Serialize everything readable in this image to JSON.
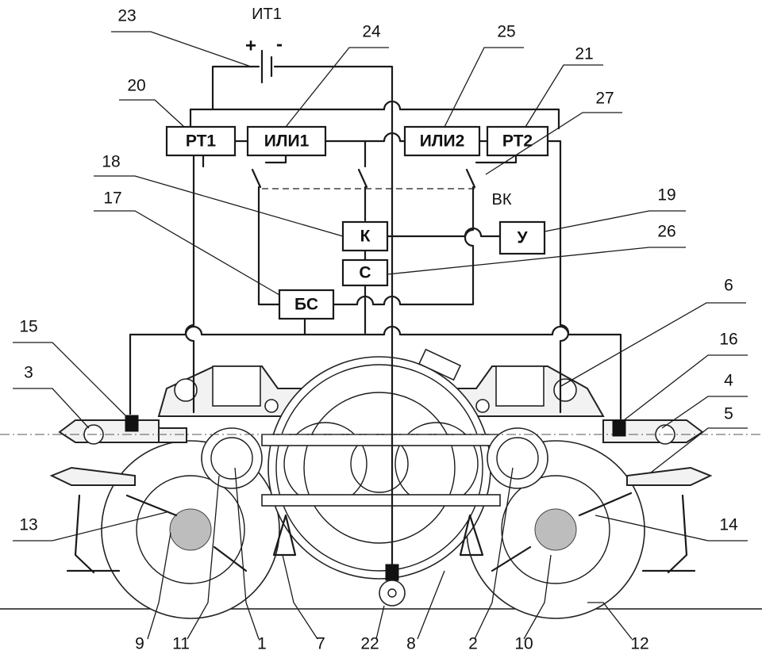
{
  "power_source": {
    "label": "ИТ1",
    "plus": "+",
    "minus": "-"
  },
  "blocks": {
    "rt1": "РТ1",
    "ili1": "ИЛИ1",
    "ili2": "ИЛИ2",
    "rt2": "РТ2",
    "k": "К",
    "u": "У",
    "s": "С",
    "bs": "БС"
  },
  "vk_label": "ВК",
  "callouts": [
    "23",
    "24",
    "25",
    "21",
    "20",
    "27",
    "18",
    "19",
    "17",
    "26",
    "6",
    "15",
    "16",
    "3",
    "4",
    "5",
    "13",
    "14",
    "9",
    "11",
    "1",
    "7",
    "22",
    "8",
    "2",
    "10",
    "12"
  ]
}
